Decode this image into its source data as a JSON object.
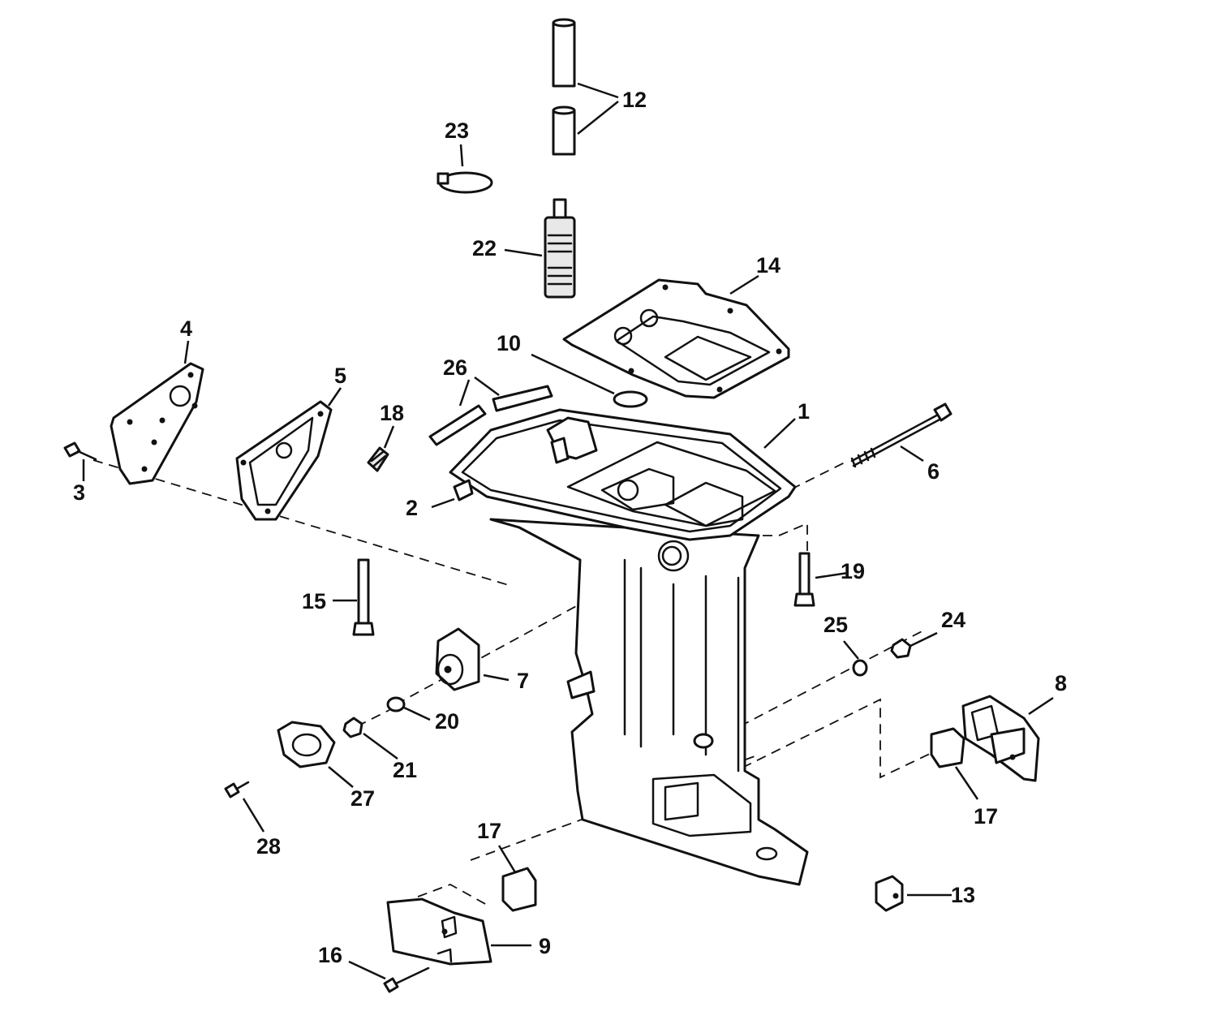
{
  "callouts": [
    {
      "id": "c1",
      "label": "1"
    },
    {
      "id": "c2",
      "label": "2"
    },
    {
      "id": "c3",
      "label": "3"
    },
    {
      "id": "c4",
      "label": "4"
    },
    {
      "id": "c5",
      "label": "5"
    },
    {
      "id": "c6",
      "label": "6"
    },
    {
      "id": "c7",
      "label": "7"
    },
    {
      "id": "c8",
      "label": "8"
    },
    {
      "id": "c9",
      "label": "9"
    },
    {
      "id": "c10",
      "label": "10"
    },
    {
      "id": "c12",
      "label": "12"
    },
    {
      "id": "c13",
      "label": "13"
    },
    {
      "id": "c14",
      "label": "14"
    },
    {
      "id": "c15",
      "label": "15"
    },
    {
      "id": "c16",
      "label": "16"
    },
    {
      "id": "c17a",
      "label": "17"
    },
    {
      "id": "c17b",
      "label": "17"
    },
    {
      "id": "c18",
      "label": "18"
    },
    {
      "id": "c19",
      "label": "19"
    },
    {
      "id": "c20",
      "label": "20"
    },
    {
      "id": "c21",
      "label": "21"
    },
    {
      "id": "c22",
      "label": "22"
    },
    {
      "id": "c23",
      "label": "23"
    },
    {
      "id": "c24",
      "label": "24"
    },
    {
      "id": "c25",
      "label": "25"
    },
    {
      "id": "c26",
      "label": "26"
    },
    {
      "id": "c27",
      "label": "27"
    },
    {
      "id": "c28",
      "label": "28"
    }
  ]
}
